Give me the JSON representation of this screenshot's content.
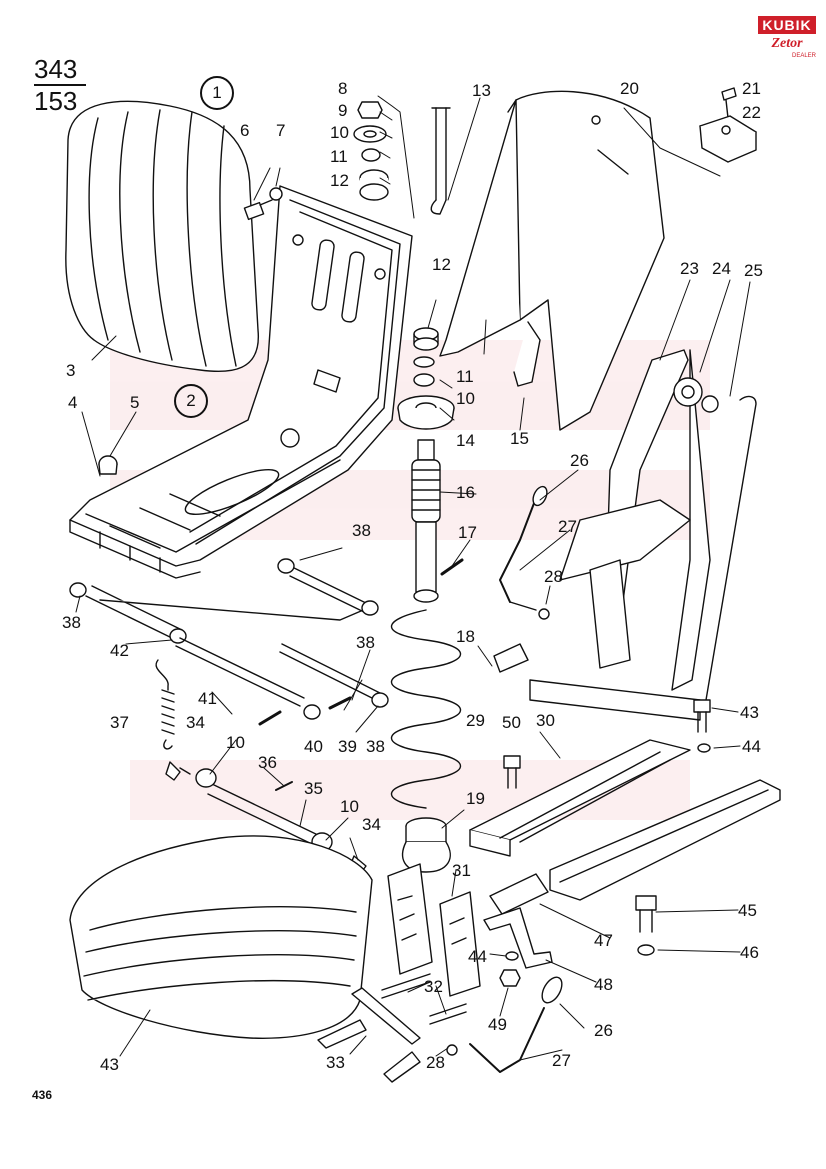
{
  "reference": {
    "numerator": "343",
    "denominator": "153"
  },
  "page_number": "436",
  "logo": {
    "brand": "KUBIK",
    "make": "Zetor",
    "tag": "DEALER"
  },
  "variants": [
    "1",
    "2"
  ],
  "callouts": [
    "3",
    "4",
    "5",
    "6",
    "7",
    "8",
    "9",
    "10",
    "11",
    "12",
    "13",
    "15",
    "16",
    "17",
    "18",
    "19",
    "20",
    "21",
    "22",
    "23",
    "24",
    "25",
    "26",
    "27",
    "28",
    "29",
    "30",
    "31",
    "32",
    "33",
    "34",
    "35",
    "36",
    "37",
    "38",
    "39",
    "40",
    "41",
    "42",
    "43",
    "44",
    "45",
    "46",
    "47",
    "48",
    "49",
    "50",
    "14"
  ],
  "callout_instances": {
    "c8": "8",
    "c9": "9",
    "c10a": "10",
    "c11a": "11",
    "c12a": "12",
    "c13": "13",
    "c6": "6",
    "c7": "7",
    "c20": "20",
    "c21": "21",
    "c22": "22",
    "c12b": "12",
    "c11b": "11",
    "c10b": "10",
    "c15": "15",
    "c14": "14",
    "c3": "3",
    "c4": "4",
    "c5": "5",
    "c23": "23",
    "c24": "24",
    "c25": "25",
    "c16": "16",
    "c26a": "26",
    "c27a": "27",
    "c17": "17",
    "c28a": "28",
    "c38a": "38",
    "c38b": "38",
    "c42": "42",
    "c18": "18",
    "c38c": "38",
    "c38d": "38",
    "c41": "41",
    "c29": "29",
    "c30": "30",
    "c50": "50",
    "c43a": "43",
    "c44a": "44",
    "c37": "37",
    "c34a": "34",
    "c40": "40",
    "c39": "39",
    "c10c": "10",
    "c36": "36",
    "c35": "35",
    "c19": "19",
    "c10d": "10",
    "c34b": "34",
    "c31": "31",
    "c45": "45",
    "c47": "47",
    "c44b": "44",
    "c46": "46",
    "c48": "48",
    "c32": "32",
    "c26b": "26",
    "c49": "49",
    "c27b": "27",
    "c43b": "43",
    "c33": "33",
    "c28b": "28"
  }
}
